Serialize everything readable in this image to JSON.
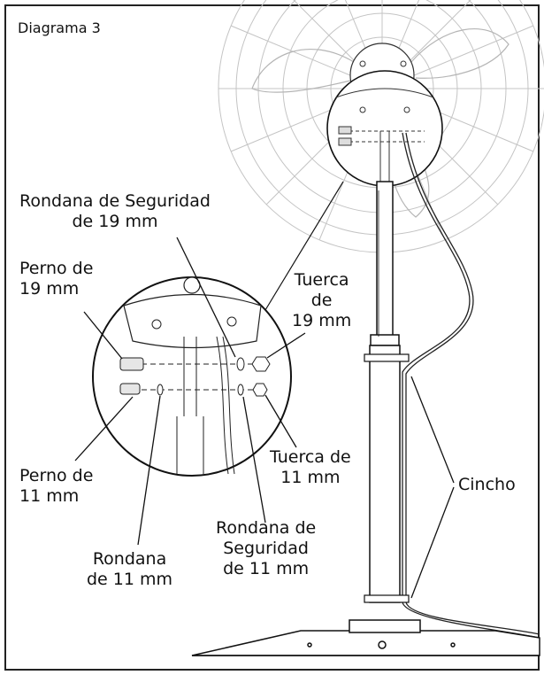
{
  "title": "Diagrama 3",
  "labels": {
    "lock_washer_19": [
      "Rondana de Seguridad",
      "de 19 mm"
    ],
    "bolt_19": [
      "Perno de",
      "19 mm"
    ],
    "nut_19": [
      "Tuerca",
      "de",
      "19 mm"
    ],
    "bolt_11": [
      "Perno de",
      "11 mm"
    ],
    "nut_11": [
      "Tuerca de",
      "11 mm"
    ],
    "cincho": "Cincho",
    "washer_11": [
      "Rondana",
      "de 11 mm"
    ],
    "lock_washer_11": [
      "Rondana de",
      "Seguridad",
      "de 11 mm"
    ]
  },
  "colors": {
    "ink": "#111111",
    "fan_guard": "#bdbdbd",
    "background": "#ffffff"
  }
}
